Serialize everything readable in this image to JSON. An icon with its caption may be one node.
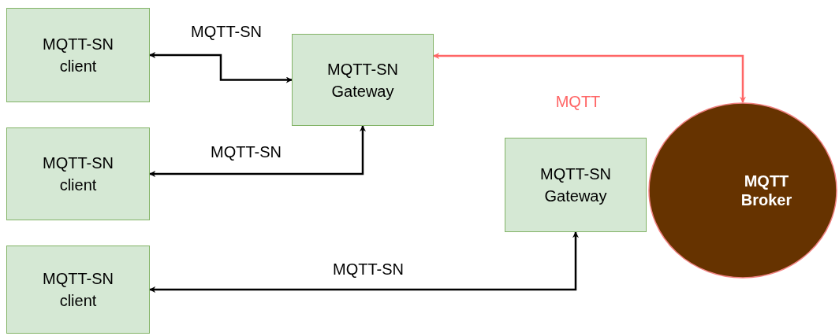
{
  "diagram": {
    "nodes": [
      {
        "text": [
          "MQTT-SN client"
        ]
      },
      {
        "text": [
          "MQTT-SN Gateway"
        ]
      },
      {
        "text": [
          "MQTT Broker"
        ]
      },
      {
        "text": [
          "MQTT-SN client"
        ]
      },
      {
        "text": [
          "MQTT-SN Gateway"
        ]
      },
      {
        "text": [
          "MQTT-SN client"
        ]
      }
    ],
    "edges": [
      {
        "from": 0,
        "to": 1,
        "arrow": "both",
        "label": "MQTT-SN"
      },
      {
        "from": 3,
        "to": 1,
        "arrow": "both",
        "label": "MQTT-SN"
      },
      {
        "from": 5,
        "to": 4,
        "arrow": "both",
        "label": "MQTT-SN"
      },
      {
        "from": 1,
        "to": 2,
        "arrow": "both",
        "label": "MQTT",
        "color": "#ff6666"
      }
    ]
  }
}
